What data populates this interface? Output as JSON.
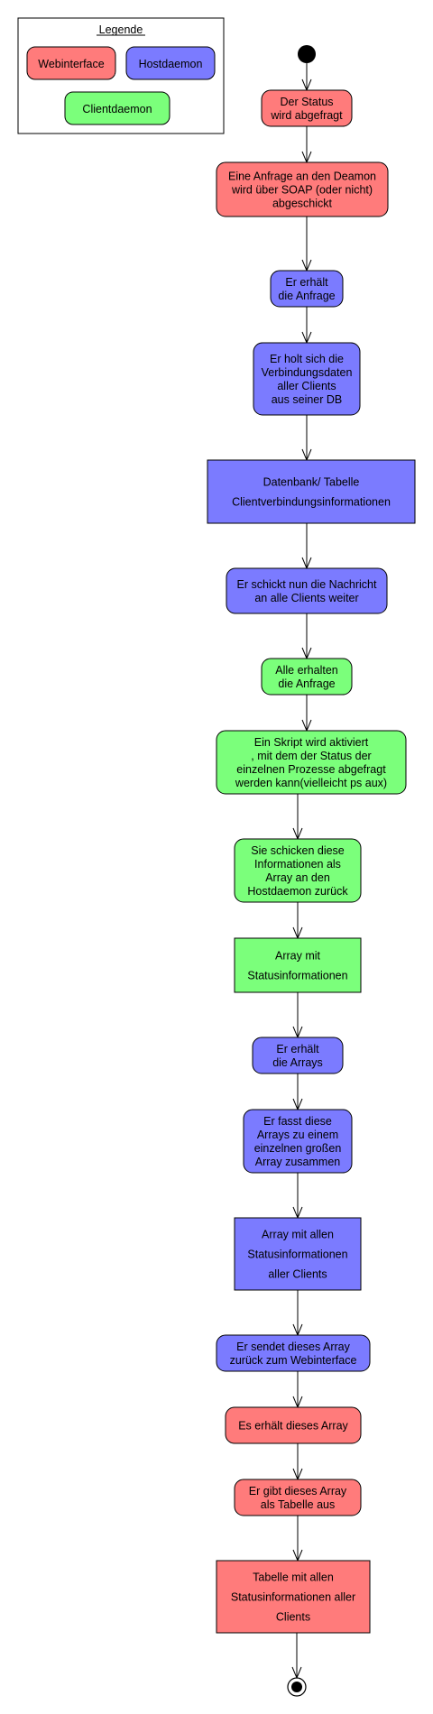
{
  "legend": {
    "title": "Legende",
    "items": [
      {
        "label": "Webinterface",
        "color": "#FF7B7B"
      },
      {
        "label": "Hostdaemon",
        "color": "#7B7BFF"
      },
      {
        "label": "Clientdaemon",
        "color": "#7BFF7B"
      }
    ]
  },
  "colors": {
    "webinterface": "#FF7B7B",
    "hostdaemon": "#7B7BFF",
    "clientdaemon": "#7BFF7B"
  },
  "nodes": [
    {
      "id": "n1",
      "kind": "action",
      "group": "webinterface",
      "lines": [
        "Der Status",
        "wird abgefragt"
      ]
    },
    {
      "id": "n2",
      "kind": "action",
      "group": "webinterface",
      "lines": [
        "Eine Anfrage an den Deamon",
        "wird über SOAP (oder nicht)",
        "abgeschickt"
      ]
    },
    {
      "id": "n3",
      "kind": "action",
      "group": "hostdaemon",
      "lines": [
        "Er erhält",
        "die Anfrage"
      ]
    },
    {
      "id": "n4",
      "kind": "action",
      "group": "hostdaemon",
      "lines": [
        "Er holt sich die",
        "Verbindungsdaten",
        "aller Clients",
        "aus seiner DB"
      ]
    },
    {
      "id": "n5",
      "kind": "object",
      "group": "hostdaemon",
      "lines": [
        "Datenbank/ Tabelle",
        "Clientverbindungsinformationen"
      ]
    },
    {
      "id": "n6",
      "kind": "action",
      "group": "hostdaemon",
      "lines": [
        "Er schickt nun die Nachricht",
        "an alle Clients weiter"
      ]
    },
    {
      "id": "n7",
      "kind": "action",
      "group": "clientdaemon",
      "lines": [
        "Alle erhalten",
        "die Anfrage"
      ]
    },
    {
      "id": "n8",
      "kind": "action",
      "group": "clientdaemon",
      "lines": [
        "Ein Skript wird aktiviert",
        ", mit dem der Status der",
        "einzelnen Prozesse abgefragt",
        "werden kann(vielleicht ps aux)"
      ]
    },
    {
      "id": "n9",
      "kind": "action",
      "group": "clientdaemon",
      "lines": [
        "Sie schicken diese",
        "Informationen als",
        "Array an den",
        "Hostdaemon zurück"
      ]
    },
    {
      "id": "n10",
      "kind": "object",
      "group": "clientdaemon",
      "lines": [
        "Array mit",
        "Statusinformationen"
      ]
    },
    {
      "id": "n11",
      "kind": "action",
      "group": "hostdaemon",
      "lines": [
        "Er erhält",
        "die Arrays"
      ]
    },
    {
      "id": "n12",
      "kind": "action",
      "group": "hostdaemon",
      "lines": [
        "Er fasst diese",
        "Arrays zu einem",
        "einzelnen großen",
        "Array zusammen"
      ]
    },
    {
      "id": "n13",
      "kind": "object",
      "group": "hostdaemon",
      "lines": [
        "Array mit allen",
        "Statusinformationen",
        "aller Clients"
      ]
    },
    {
      "id": "n14",
      "kind": "action",
      "group": "hostdaemon",
      "lines": [
        "Er sendet dieses Array",
        "zurück zum Webinterface"
      ]
    },
    {
      "id": "n15",
      "kind": "action",
      "group": "webinterface",
      "lines": [
        "Es erhält dieses Array"
      ]
    },
    {
      "id": "n16",
      "kind": "action",
      "group": "webinterface",
      "lines": [
        "Er gibt dieses Array",
        "als Tabelle aus"
      ]
    },
    {
      "id": "n17",
      "kind": "object",
      "group": "webinterface",
      "lines": [
        "Tabelle mit allen",
        "Statusinformationen aller",
        "Clients"
      ]
    }
  ]
}
